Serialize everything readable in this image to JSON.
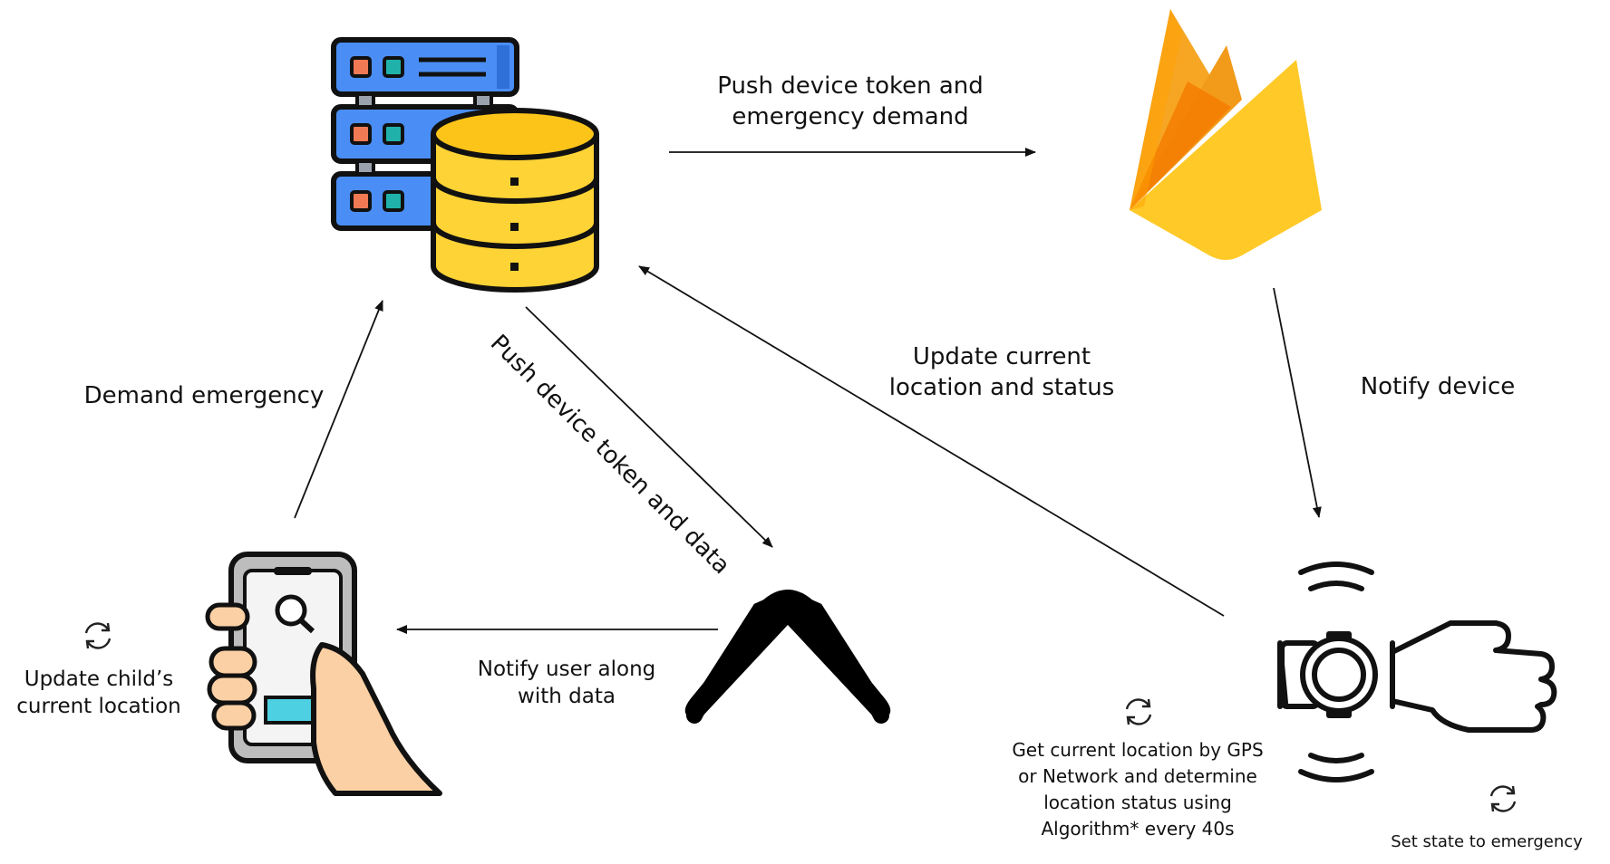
{
  "colors": {
    "server_blue": "#4a8ef5",
    "db_yellow": "#fdd335",
    "firebase_orange": "#f59b18",
    "firebase_yellow": "#ffca28",
    "skin": "#fbd0a4",
    "screen_teal": "#4dd0e1",
    "outline": "#111111"
  },
  "nodes": {
    "server": {
      "icon": "server-database-icon"
    },
    "firebase": {
      "icon": "firebase-icon"
    },
    "phone": {
      "icon": "hand-holding-phone-icon"
    },
    "expo": {
      "icon": "expo-logo-icon"
    },
    "watch": {
      "icon": "smartwatch-wrist-icon"
    }
  },
  "labels": {
    "push_token_emergency": [
      "Push device token and",
      "emergency demand"
    ],
    "notify_device": "Notify device",
    "update_current": [
      "Update current",
      "location and status"
    ],
    "demand_emergency": "Demand emergency",
    "push_token_data": "Push device token and data",
    "notify_user": [
      "Notify user along",
      "with data"
    ],
    "update_child": [
      "Update child’s",
      "current location"
    ],
    "get_location": [
      "Get current location by GPS",
      "or Network and determine",
      "location status using",
      "Algorithm* every 40s"
    ],
    "set_state": "Set state to emergency"
  }
}
